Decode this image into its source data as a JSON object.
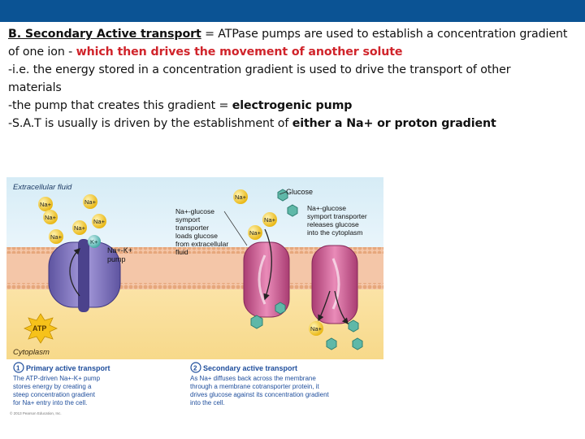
{
  "slide": {
    "line1_a": "B. Secondary Active transport",
    "line1_b": " = ATPase pumps are used to establish a concentration gradient",
    "line2_a": "of one ion  - ",
    "line2_b": "which then drives the movement of another solute",
    "line3": "-i.e. the energy stored in a concentration gradient is used to drive the transport of other",
    "line4": "materials",
    "line5_a": "-the pump that creates this gradient = ",
    "line5_b": "electrogenic pump",
    "line6_a": "-S.A.T is usually is driven by the establishment of ",
    "line6_b": "either a Na+ or proton gradient"
  },
  "figure": {
    "extracellular_label": "Extracellular fluid",
    "cytoplasm_label": "Cytoplasm",
    "na": "Na+",
    "k": "K+",
    "atp": "ATP",
    "glucose_label": "Glucose",
    "pump_label": [
      "Na+-K+",
      "pump"
    ],
    "symport_loads": [
      "Na+-glucose",
      "symport",
      "transporter",
      "loads glucose",
      "from extracellular",
      "fluid"
    ],
    "symport_releases": [
      "Na+-glucose",
      "symport transporter",
      "releases glucose",
      "into the cytoplasm"
    ],
    "step1_number": "1",
    "step1_title": "Primary active transport",
    "step1_body": [
      "The ATP-driven Na+-K+ pump",
      "stores energy by creating a",
      "steep concentration gradient",
      "for Na+ entry into the cell."
    ],
    "step2_number": "2",
    "step2_title": "Secondary active transport",
    "step2_body": [
      "As Na+ diffuses back across the membrane",
      "through a membrane cotransporter protein, it",
      "drives glucose against its concentration gradient",
      "into the cell."
    ],
    "copyright": "© 2013 Pearson Education, Inc."
  },
  "colors": {
    "topbar": "#0b5394",
    "highlight_red": "#d0242b",
    "sodium": "#f2c41a",
    "glucose": "#5fb8a8",
    "pump": "#7a6fb5",
    "cotransporter": "#c7548c",
    "caption_blue": "#1f4e9c"
  }
}
